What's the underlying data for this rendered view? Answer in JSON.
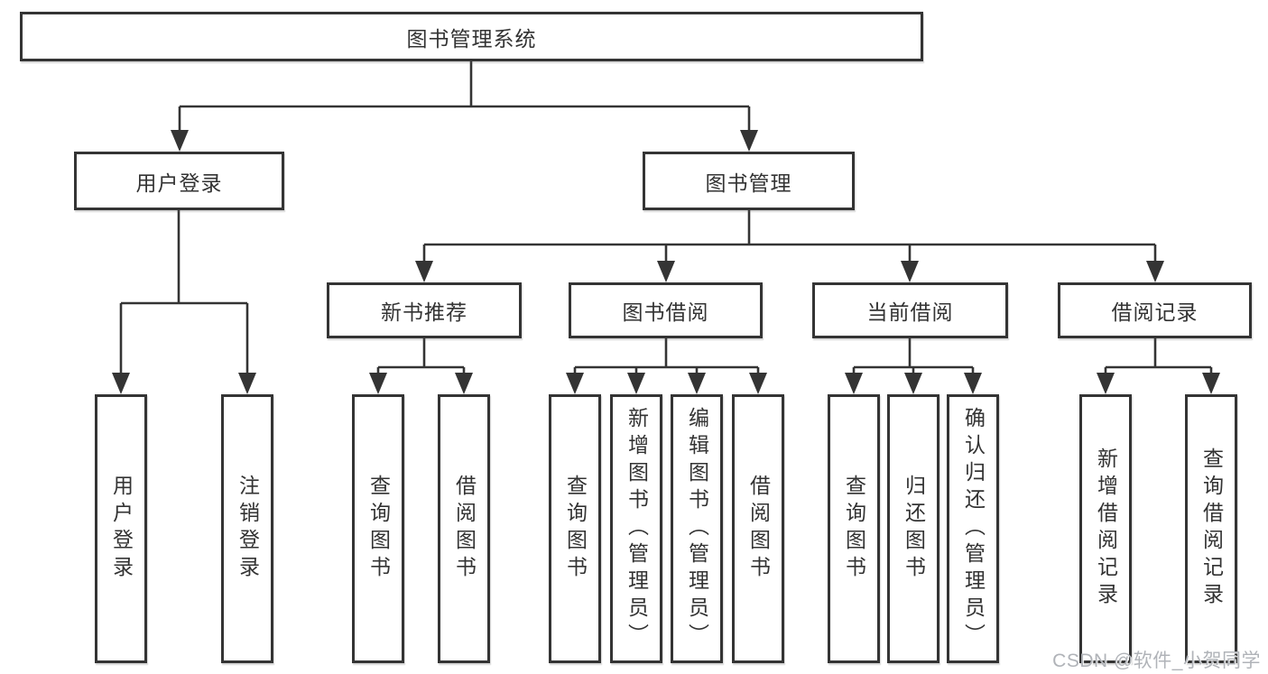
{
  "diagram": {
    "root": {
      "label": "图书管理系统"
    },
    "branches": {
      "user_login": {
        "label": "用户登录"
      },
      "book_management": {
        "label": "图书管理"
      }
    },
    "sub_branches": {
      "new_book_recommend": {
        "label": "新书推荐"
      },
      "book_borrow": {
        "label": "图书借阅"
      },
      "current_borrow": {
        "label": "当前借阅"
      },
      "borrow_records": {
        "label": "借阅记录"
      }
    },
    "leaves": {
      "user_login": "用户登录",
      "logout": "注销登录",
      "rec_query_books": "查询图书",
      "rec_borrow_books": "借阅图书",
      "bb_query_books": "查询图书",
      "bb_add_books_admin": "新增图书（管理员）",
      "bb_edit_books_admin": "编辑图书（管理员）",
      "bb_borrow_books": "借阅图书",
      "cb_query_books": "查询图书",
      "cb_return_books": "归还图书",
      "cb_confirm_return_admin": "确认归还（管理员）",
      "br_add_record": "新增借阅记录",
      "br_query_record": "查询借阅记录"
    },
    "hierarchy_note": {
      "用户登录": [
        "用户登录",
        "注销登录"
      ],
      "图书管理": [
        "新书推荐",
        "图书借阅",
        "当前借阅",
        "借阅记录"
      ],
      "新书推荐": [
        "查询图书",
        "借阅图书"
      ],
      "图书借阅": [
        "查询图书",
        "新增图书（管理员）",
        "编辑图书（管理员）",
        "借阅图书"
      ],
      "当前借阅": [
        "查询图书",
        "归还图书",
        "确认归还（管理员）"
      ],
      "借阅记录": [
        "新增借阅记录",
        "查询借阅记录"
      ]
    }
  },
  "watermark": {
    "text": "CSDN @软件_小贺同学"
  },
  "colors": {
    "line": "#343434",
    "box_border": "#343434",
    "box_fill": "#ffffff",
    "text": "#333333",
    "watermark": "#b0b3b8",
    "background": "#ffffff"
  }
}
